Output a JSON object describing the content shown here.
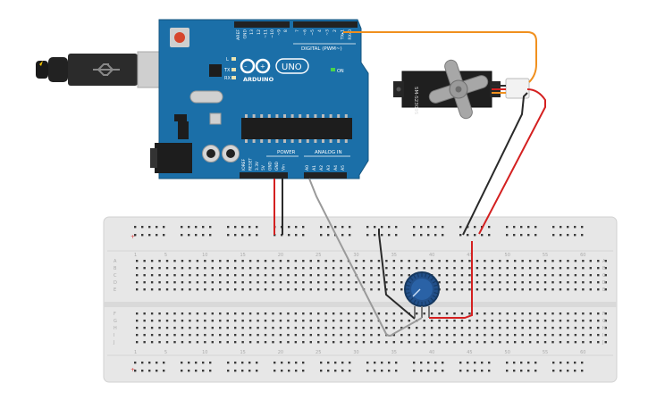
{
  "board": {
    "brand": "ARDUINO",
    "model": "UNO",
    "on_label": "ON",
    "l_label": "L",
    "tx_label": "TX",
    "rx_label": "RX",
    "digital_label": "DIGITAL (PWM~)",
    "power_label": "POWER",
    "analog_label": "ANALOG IN",
    "top_pins": [
      "AREF",
      "GND",
      "13",
      "12",
      "~11",
      "~10",
      "~9",
      "8",
      "7",
      "~6",
      "~5",
      "4",
      "~3",
      "2",
      "TX▸1",
      "RX◂0"
    ],
    "power_pins": [
      "IOREF",
      "RESET",
      "3.3V",
      "5V",
      "GND",
      "GND",
      "Vin"
    ],
    "analog_pins": [
      "A0",
      "A1",
      "A2",
      "A3",
      "A4",
      "A5"
    ]
  },
  "servo": {
    "model": "SM-S2309S"
  },
  "breadboard": {
    "column_numbers": [
      "1",
      "5",
      "10",
      "15",
      "20",
      "25",
      "30",
      "35",
      "40",
      "45",
      "50",
      "55",
      "60"
    ],
    "row_letters_top": [
      "A",
      "B",
      "C",
      "D",
      "E"
    ],
    "row_letters_bottom": [
      "F",
      "G",
      "H",
      "I",
      "J"
    ]
  },
  "colors": {
    "board": "#1b6fa8",
    "board_dark": "#15557f",
    "breadboard": "#e6e6e6",
    "wire_red": "#d42020",
    "wire_black": "#2a2a2a",
    "wire_orange": "#f0901e",
    "wire_gray": "#9a9a9a",
    "pot_body": "#22508a",
    "servo_body": "#222222"
  }
}
